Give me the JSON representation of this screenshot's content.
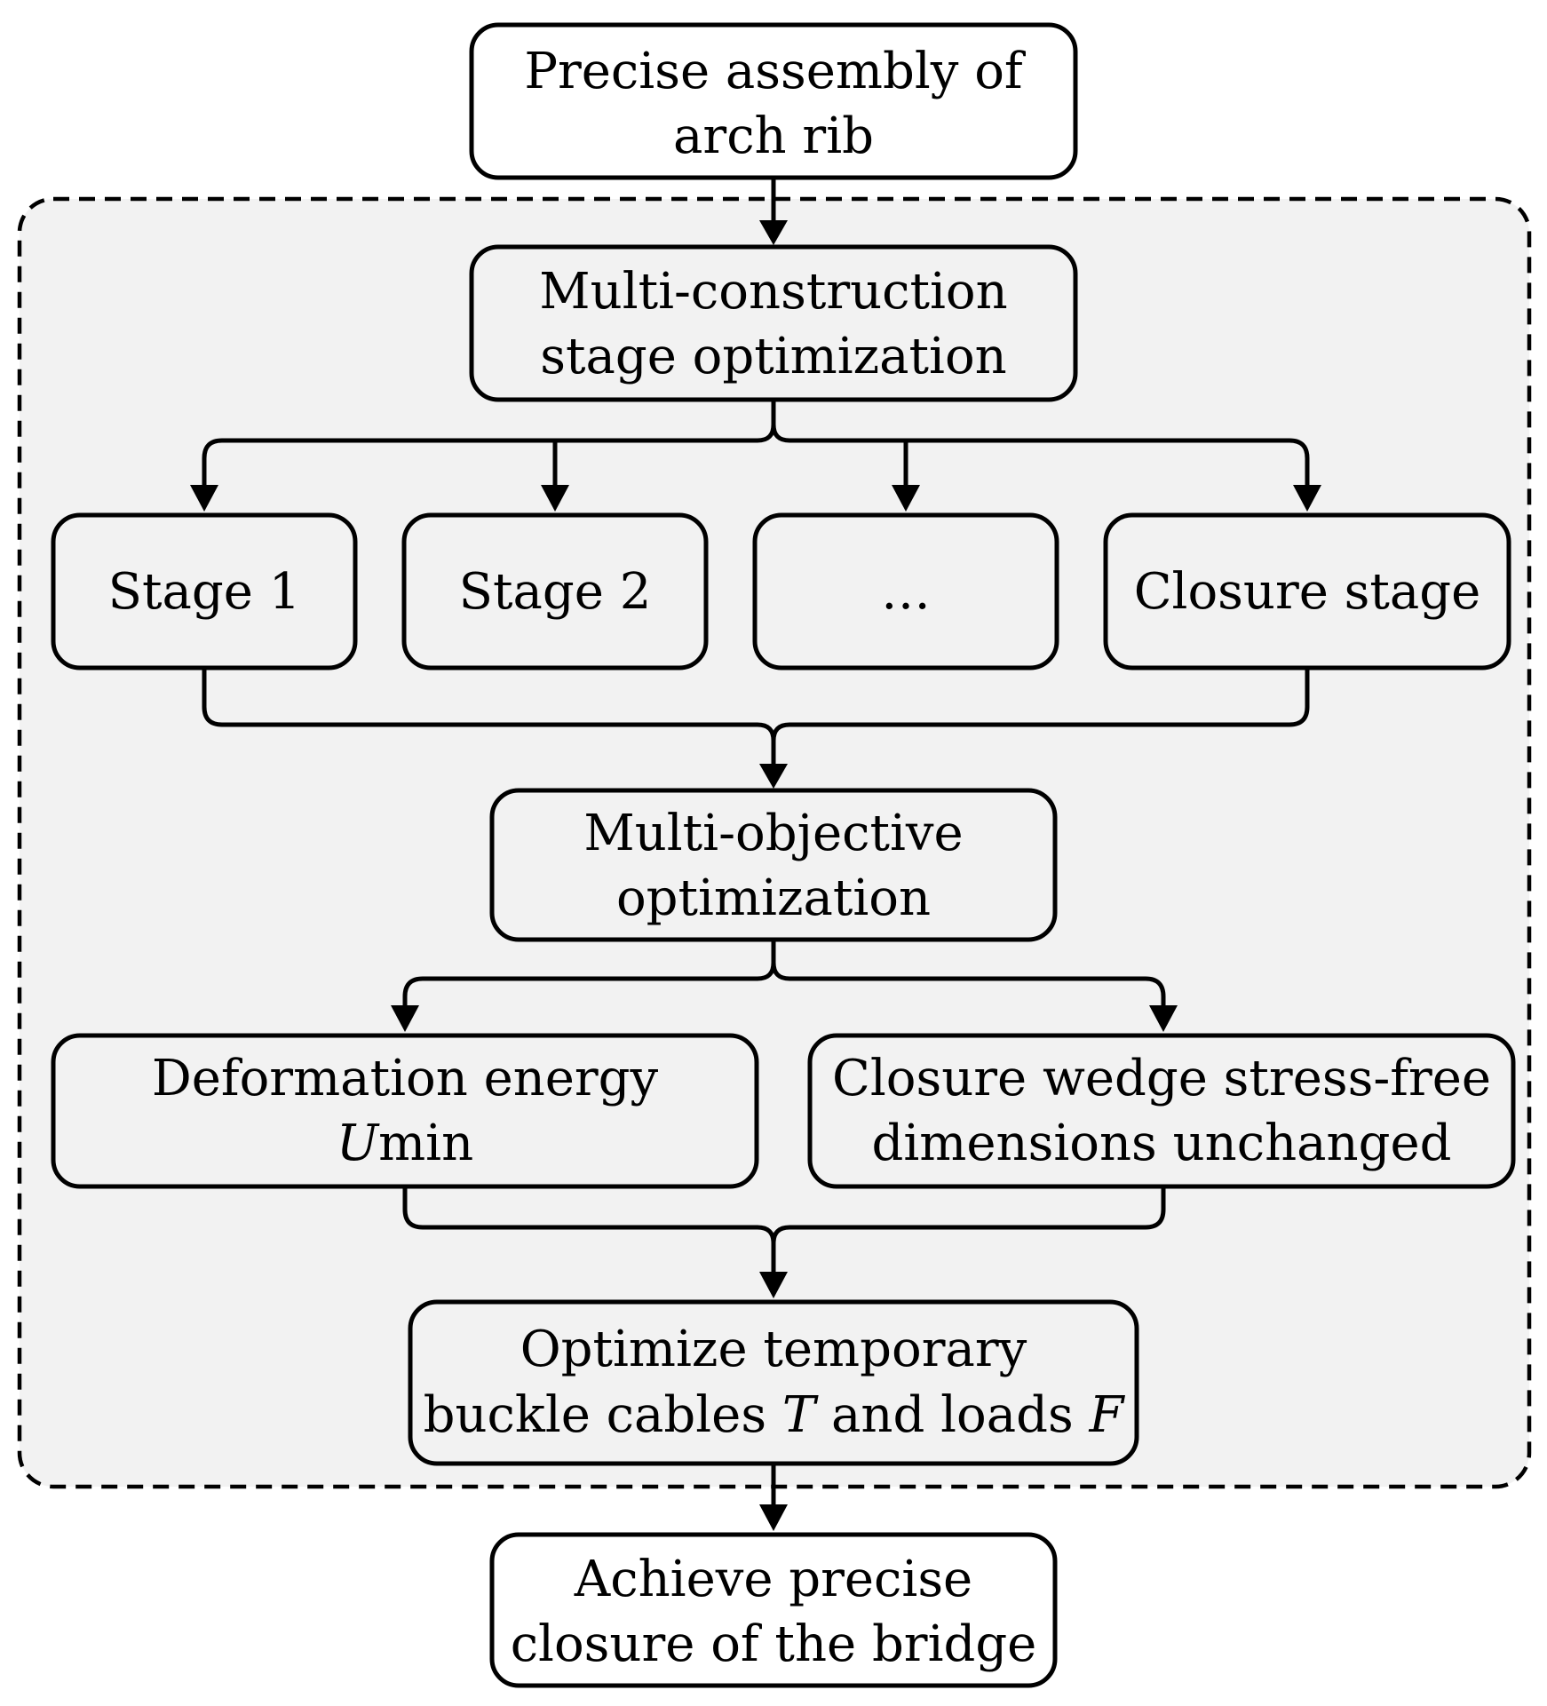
{
  "nodes": {
    "top": {
      "lines": [
        "Precise assembly of",
        "arch rib"
      ]
    },
    "multi_construction": {
      "lines": [
        "Multi-construction",
        "stage optimization"
      ]
    },
    "stage1": {
      "lines": [
        "Stage 1"
      ]
    },
    "stage2": {
      "lines": [
        "Stage 2"
      ]
    },
    "ellipsis": {
      "lines": [
        "…"
      ]
    },
    "closure_stage": {
      "lines": [
        "Closure stage"
      ]
    },
    "multi_objective": {
      "lines": [
        "Multi-objective",
        "optimization"
      ]
    },
    "deformation": {
      "line1": "Deformation energy",
      "line2_italic": "U",
      "line2_rest": "min"
    },
    "closure_wedge": {
      "lines": [
        "Closure wedge stress-free",
        "dimensions unchanged"
      ]
    },
    "optimize": {
      "line1": "Optimize temporary",
      "line2_a": "buckle cables ",
      "line2_T": "T",
      "line2_b": " and loads ",
      "line2_F": "F"
    },
    "bottom": {
      "lines": [
        "Achieve precise",
        "closure of the bridge"
      ]
    }
  },
  "colors": {
    "stroke": "#000000",
    "region_fill": "#f2f2f2",
    "box_fill": "#ffffff"
  }
}
